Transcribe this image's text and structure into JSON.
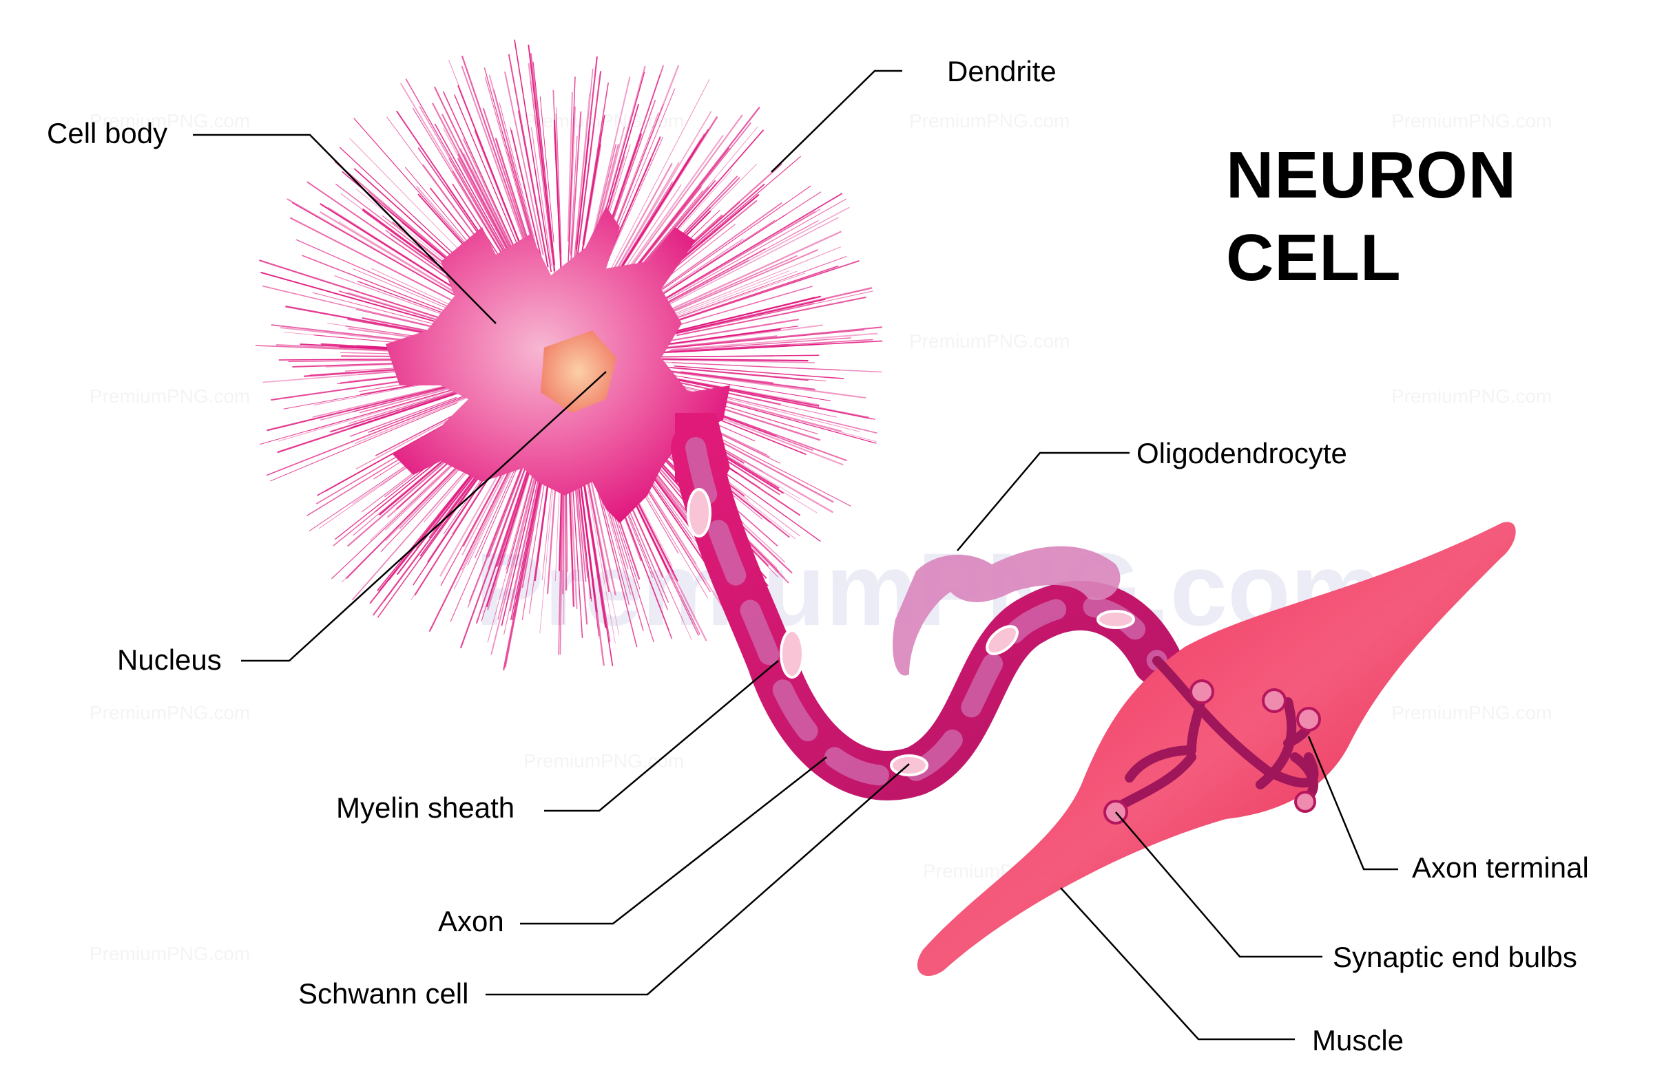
{
  "title": {
    "line1": "NEURON",
    "line2": "CELL"
  },
  "labels": {
    "dendrite": "Dendrite",
    "cell_body": "Cell body",
    "nucleus": "Nucleus",
    "oligodendrocyte": "Oligodendrocyte",
    "myelin_sheath": "Myelin sheath",
    "axon": "Axon",
    "schwann_cell": "Schwann cell",
    "axon_terminal": "Axon terminal",
    "synaptic_end_bulbs": "Synaptic end bulbs",
    "muscle": "Muscle"
  },
  "watermark": {
    "small": "PremiumPNG.com",
    "large": "PremiumPNG.com"
  },
  "colors": {
    "cell_body": "#e8197a",
    "dendrite_rays": "#e0157d",
    "nucleus": "#f0906a",
    "axon": "#d4186c",
    "myelin": "#c85aa0",
    "muscle": "#ee1d4a",
    "leader_line": "#000000"
  }
}
